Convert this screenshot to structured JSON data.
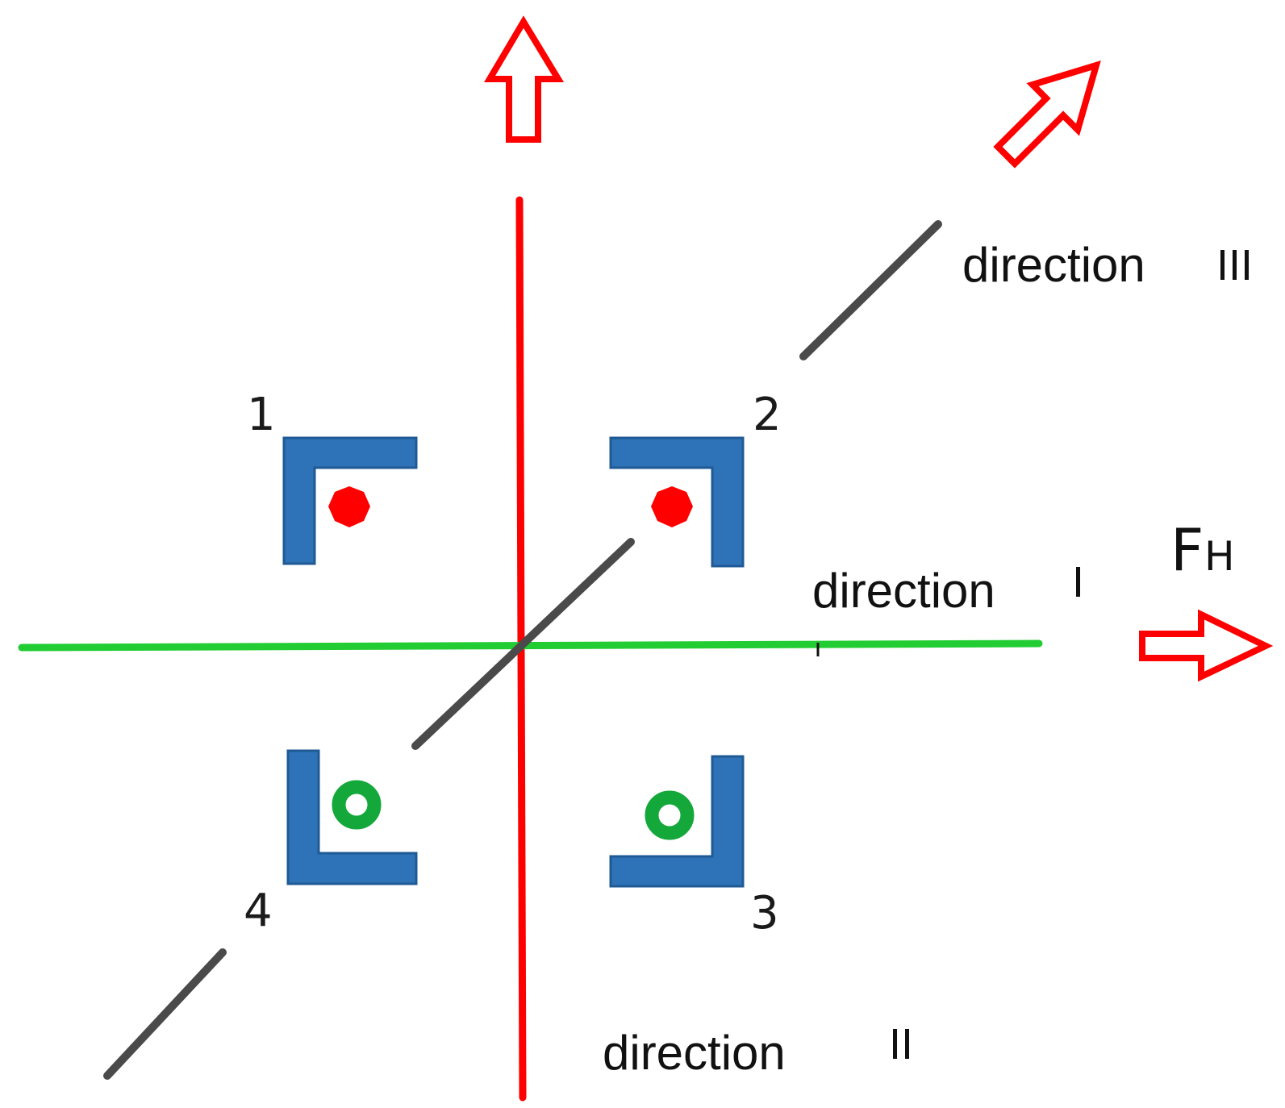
{
  "colors": {
    "background": "#ffffff",
    "vertical_axis": "#ff0000",
    "horizontal_axis": "#22cc33",
    "diagonal_axis": "#4a4a4a",
    "bracket": "#2e73b8",
    "bracket_outline": "#1f5a94",
    "solid_dot": "#ff0000",
    "ring_dot": "#14a83a",
    "arrow_outline": "#ff0000"
  },
  "corners": [
    {
      "number": "1",
      "marker": "solid-dot"
    },
    {
      "number": "2",
      "marker": "solid-dot"
    },
    {
      "number": "3",
      "marker": "ring-dot"
    },
    {
      "number": "4",
      "marker": "ring-dot"
    }
  ],
  "labels": {
    "direction_word": "direction",
    "direction_I": "I",
    "direction_II": "II",
    "direction_III": "III",
    "force_symbol": "F",
    "force_subscript": "H"
  },
  "arrows": [
    {
      "name": "up-arrow",
      "icon": "hollow-arrow-up"
    },
    {
      "name": "diagonal-arrow",
      "icon": "hollow-arrow-up-right"
    },
    {
      "name": "right-arrow",
      "icon": "hollow-arrow-right"
    }
  ]
}
